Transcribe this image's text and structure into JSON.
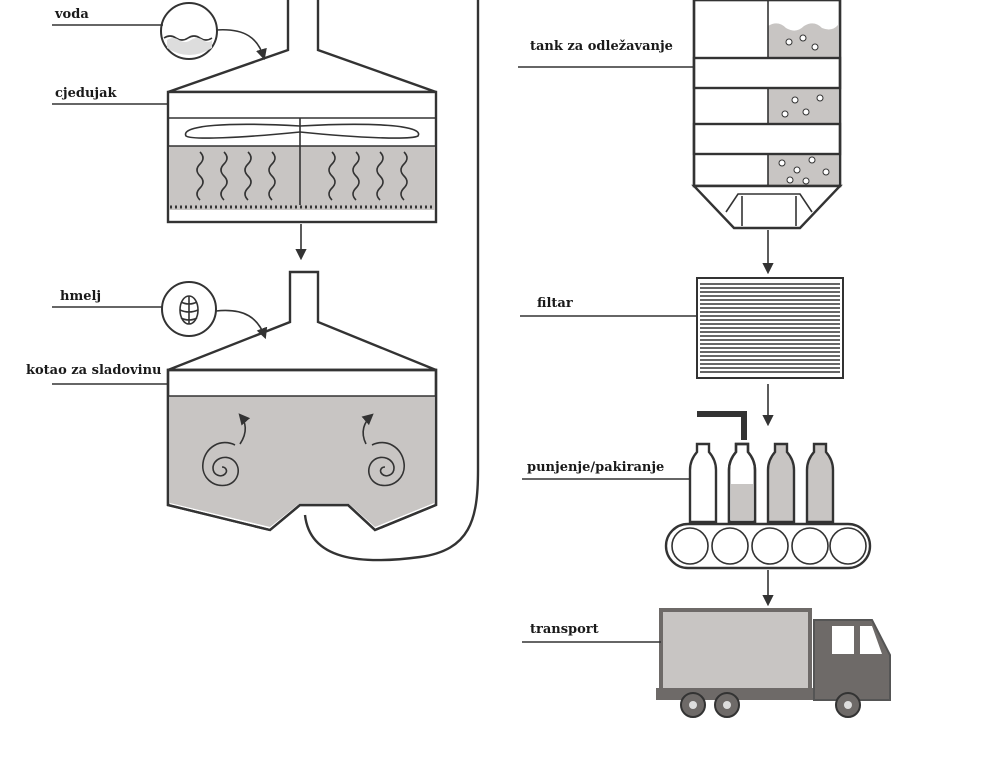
{
  "labels": {
    "voda": "voda",
    "cjedujak": "cjedujak",
    "hmelj": "hmelj",
    "kotao": "kotao za sladovinu",
    "tank": "tank za odležavanje",
    "filtar": "filtar",
    "punjenje": "punjenje/pakiranje",
    "transport": "transport"
  },
  "colors": {
    "line": "#333333",
    "fill_gray": "#c8c5c3",
    "truck_gray": "#6e6a68",
    "background": "#ffffff"
  }
}
